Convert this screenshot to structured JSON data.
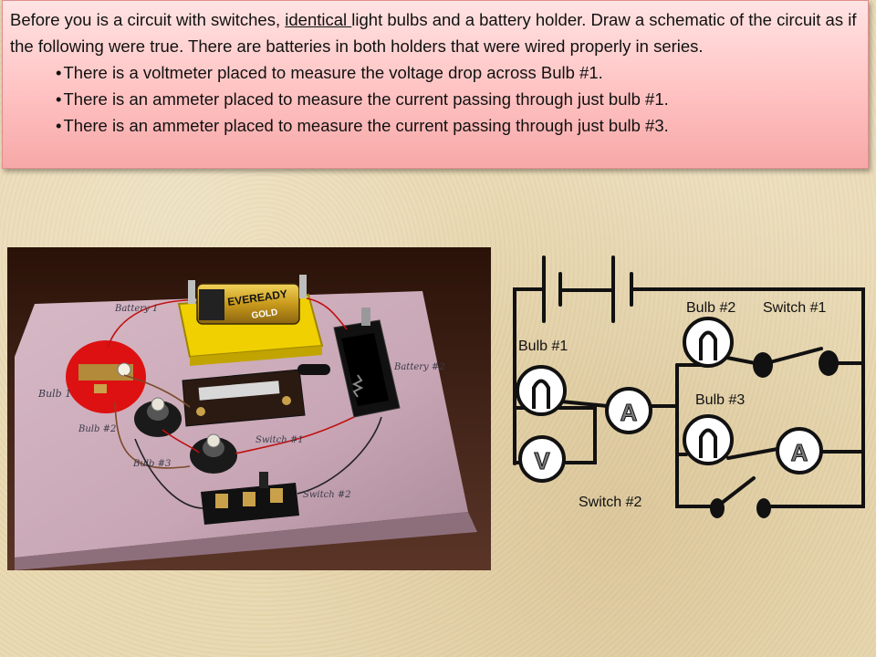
{
  "prompt": {
    "intro_before": "Before you is a circuit with switches, ",
    "intro_underlined": "identical ",
    "intro_after": "light bulbs and a battery holder. Draw a schematic of the circuit as if the following were true. There are batteries in both holders that were wired properly in series.",
    "bullets": [
      "There is a voltmeter placed to measure the voltage drop across Bulb #1.",
      "There is an ammeter placed to measure the current passing through just bulb #1.",
      "There is an ammeter placed to measure the current passing through just bulb #3."
    ]
  },
  "photo": {
    "battery_brand": "EVEREADY",
    "battery_sub": "GOLD",
    "labels": {
      "battery1": "Battery 1",
      "battery2": "Battery #2",
      "bulb1": "Bulb 1",
      "bulb2": "Bulb #2",
      "bulb3": "Bulb #3",
      "switch1": "Switch #1",
      "switch2": "Switch #2"
    }
  },
  "schematic": {
    "labels": {
      "bulb1": "Bulb #1",
      "bulb2": "Bulb #2",
      "switch1": "Switch #1",
      "bulb3": "Bulb #3",
      "switch2": "Switch #2"
    },
    "meters": {
      "ammeter1": "A",
      "voltmeter": "V",
      "ammeter2": "A"
    }
  }
}
